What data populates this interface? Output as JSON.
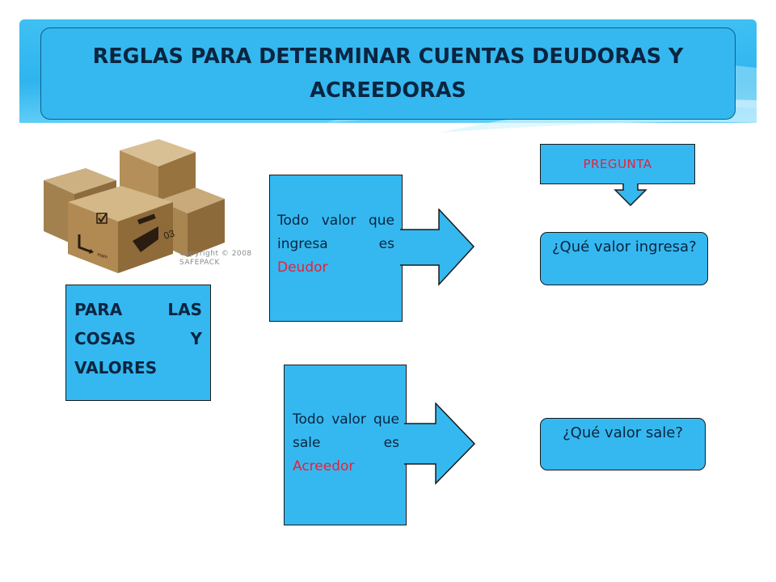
{
  "title": "REGLAS PARA DETERMINAR CUENTAS DEUDORAS Y ACREEDORAS",
  "image": {
    "icon": "cardboard-boxes",
    "copyright": "Copyright © 2008\nSAFEPACK"
  },
  "category": {
    "label": "PARA LAS COSAS Y VALORES"
  },
  "rules": [
    {
      "prefix": "Todo valor que ingresa es ",
      "highlight": "Deudor"
    },
    {
      "prefix": "Todo valor que sale es ",
      "highlight": "Acreedor"
    }
  ],
  "question_header": "PREGUNTA",
  "questions": [
    "¿Qué valor ingresa?",
    "¿Qué valor sale?"
  ],
  "colors": {
    "box_fill": "#35b8f0",
    "text_dark": "#0a2540",
    "highlight_red": "#e8203a"
  }
}
